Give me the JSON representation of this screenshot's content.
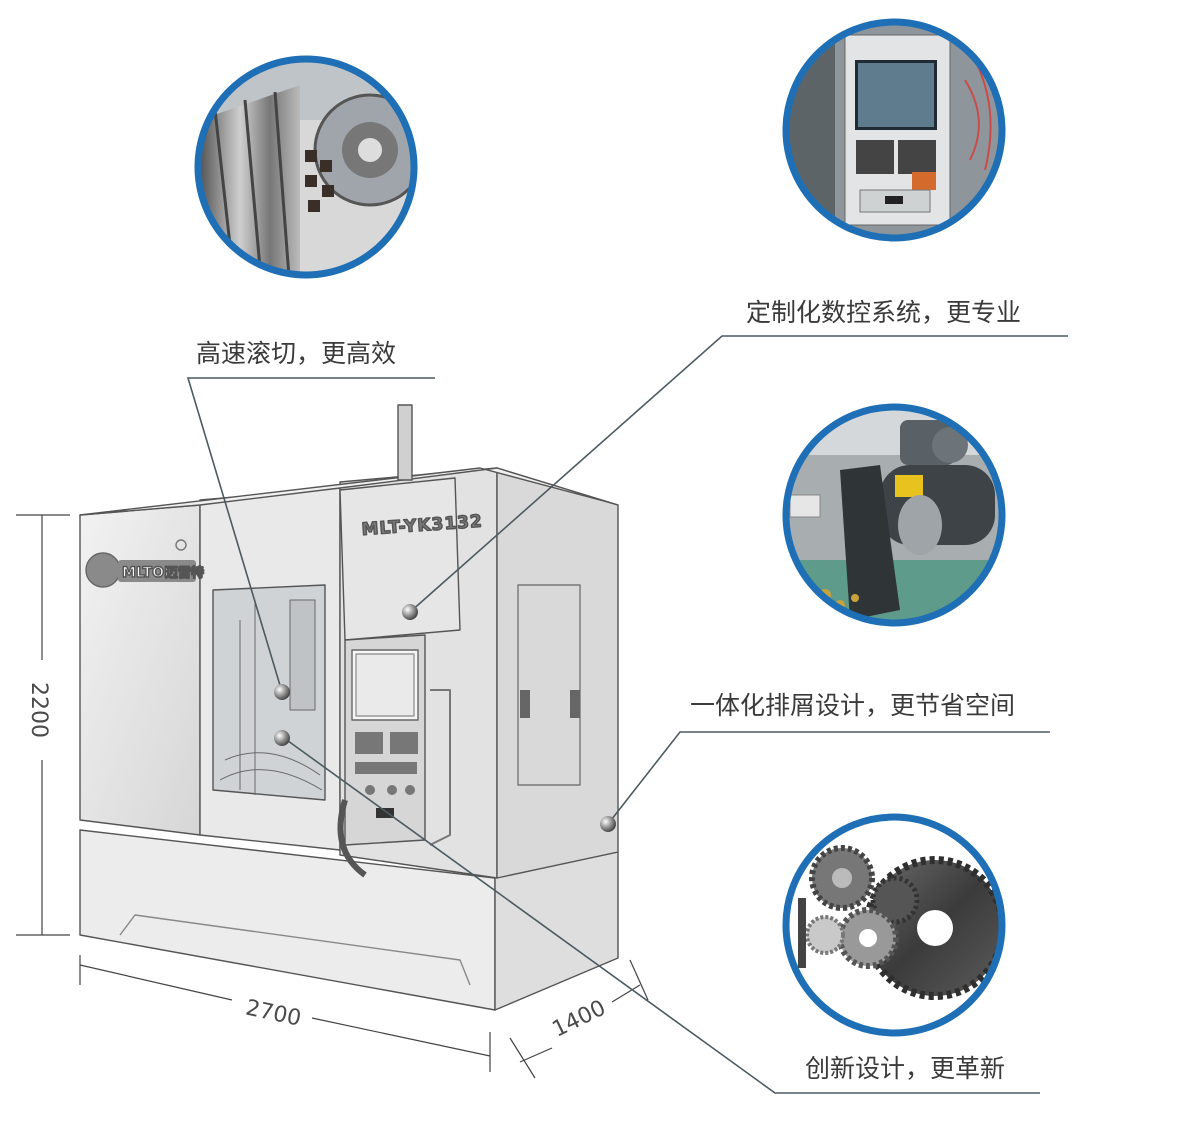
{
  "machine": {
    "model": "MLT-YK3132",
    "brand_en": "MLTOR",
    "brand_cn": "迈雷特",
    "colors": {
      "body": "#e4e4e4",
      "outline": "#555555",
      "accent": "#1e6fb5"
    }
  },
  "dimensions": {
    "height": "2200",
    "width": "2700",
    "depth": "1400"
  },
  "callouts": [
    {
      "id": "hobbing",
      "label": "高速滚切，更高效",
      "photo": "hob-cutter-closeup"
    },
    {
      "id": "cnc",
      "label": "定制化数控系统，更专业",
      "photo": "cnc-control-panel"
    },
    {
      "id": "chip",
      "label": "一体化排屑设计，更节省空间",
      "photo": "chip-conveyor-motor"
    },
    {
      "id": "innovation",
      "label": "创新设计，更革新",
      "photo": "gear-samples"
    }
  ]
}
